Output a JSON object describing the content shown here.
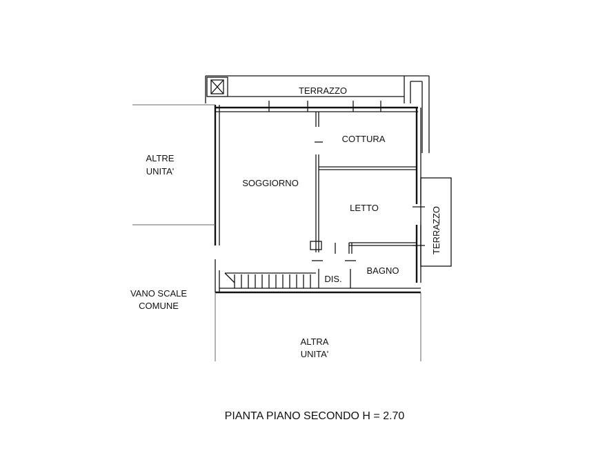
{
  "rooms": {
    "terrazzo_top": "TERRAZZO",
    "cottura": "COTTURA",
    "soggiorno": "SOGGIORNO",
    "letto": "LETTO",
    "terrazzo_side": "TERRAZZO",
    "bagno": "BAGNO",
    "dis": "DIS."
  },
  "neighbours": {
    "altre_unita_line1": "ALTRE",
    "altre_unita_line2": "UNITA'",
    "vano_scale_line1": "VANO SCALE",
    "vano_scale_line2": "COMUNE",
    "altra_unita_line1": "ALTRA",
    "altra_unita_line2": "UNITA'"
  },
  "caption": "PIANTA PIANO SECONDO H = 2.70"
}
